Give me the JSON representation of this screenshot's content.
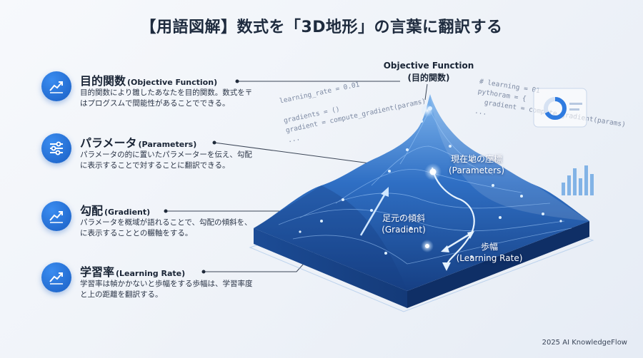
{
  "title": "【用語図解】数式を「3D地形」の言葉に翻訳する",
  "items": [
    {
      "jp": "目的関数",
      "en": "(Objective Function)",
      "desc": "目的関数により雛したあなたを目的関数。数式を〒はプログスムで間能性があることでできる。",
      "icon": "chart-trend-icon"
    },
    {
      "jp": "パラメータ",
      "en": "(Parameters)",
      "desc": "パラメータの的に置いたパラメーターを伝え、勾配に表示することで対することに翻訳できる。",
      "icon": "sliders-icon"
    },
    {
      "jp": "勾配",
      "en": "(Gradient)",
      "desc": "パラメータを概域が語れることで、勾配の傾斜を、に表示することとの輾軸をする。",
      "icon": "chart-trend-icon"
    },
    {
      "jp": "学習率",
      "en": "(Learning Rate)",
      "desc": "学習率は幀かかないと歩幅をする歩幅は、学習率度と上の距離を翻訳する。",
      "icon": "chart-trend-icon"
    }
  ],
  "labels": {
    "objective": "Objective Function",
    "objective_jp": "(目的関数)",
    "params": "現在地の座標",
    "params_en": "(Parameters)",
    "gradient": "足元の傾斜",
    "gradient_en": "(Gradient)",
    "lr": "歩幅",
    "lr_en": "(Learning Rate)"
  },
  "code_left": "learning_rate = 0.01\n\ngradients = ()\ngradient = compute_gradient(params)\n...",
  "code_right": "# learning = 01\npythoram = {\n  gradient = compute_gradient(params)\n...",
  "footer": "2025 AI KnowledgeFlow",
  "colors": {
    "accent": "#1a5fc4",
    "terrain_dark": "#13407e",
    "terrain_light": "#5f9fe0"
  }
}
